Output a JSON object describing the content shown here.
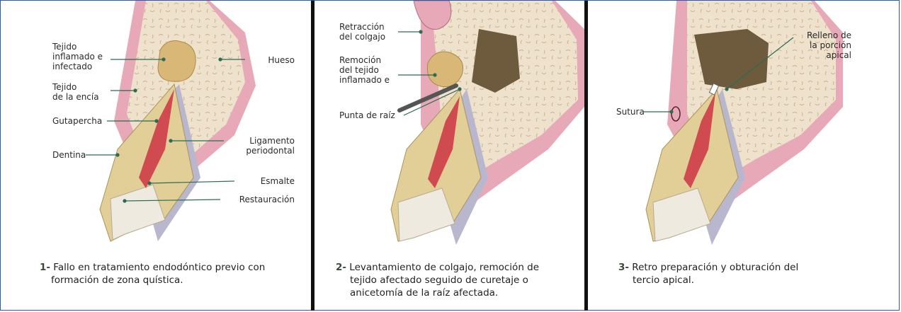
{
  "panels": [
    {
      "labels": {
        "tejido_inflamado": "Tejido\ninflamado e\ninfectado",
        "hueso": "Hueso",
        "tejido_encia": "Tejido\nde la encía",
        "gutapercha": "Gutapercha",
        "ligamento": "Ligamento\nperiodontal",
        "dentina": "Dentina",
        "esmalte": "Esmalte",
        "restauracion": "Restauración"
      },
      "caption_num": "1-",
      "caption_lines": [
        "Fallo en tratamiento endodóntico previo con",
        "formación de zona quística."
      ]
    },
    {
      "labels": {
        "retraccion": "Retracción\ndel colgajo",
        "remocion": "Remoción\ndel tejido\ninflamado e",
        "punta_raiz": "Punta de raíz"
      },
      "caption_num": "2-",
      "caption_lines": [
        "Levantamiento de colgajo, remoción de",
        "tejido afectado seguido de curetaje o",
        "anicetomía de la raíz afectada."
      ]
    },
    {
      "labels": {
        "relleno": "Relleno de\nla porción\napical",
        "sutura": "Sutura"
      },
      "caption_num": "3-",
      "caption_lines": [
        "Retro preparación y obturación del",
        "tercio apical."
      ]
    }
  ],
  "colors": {
    "gum": "#e7a9b8",
    "bone": "#efe2cc",
    "dentin": "#e2cf98",
    "pulp": "#cf4b4f",
    "ligament": "#b9b7cd",
    "cyst": "#d9b777",
    "leader": "#2d6b52"
  }
}
